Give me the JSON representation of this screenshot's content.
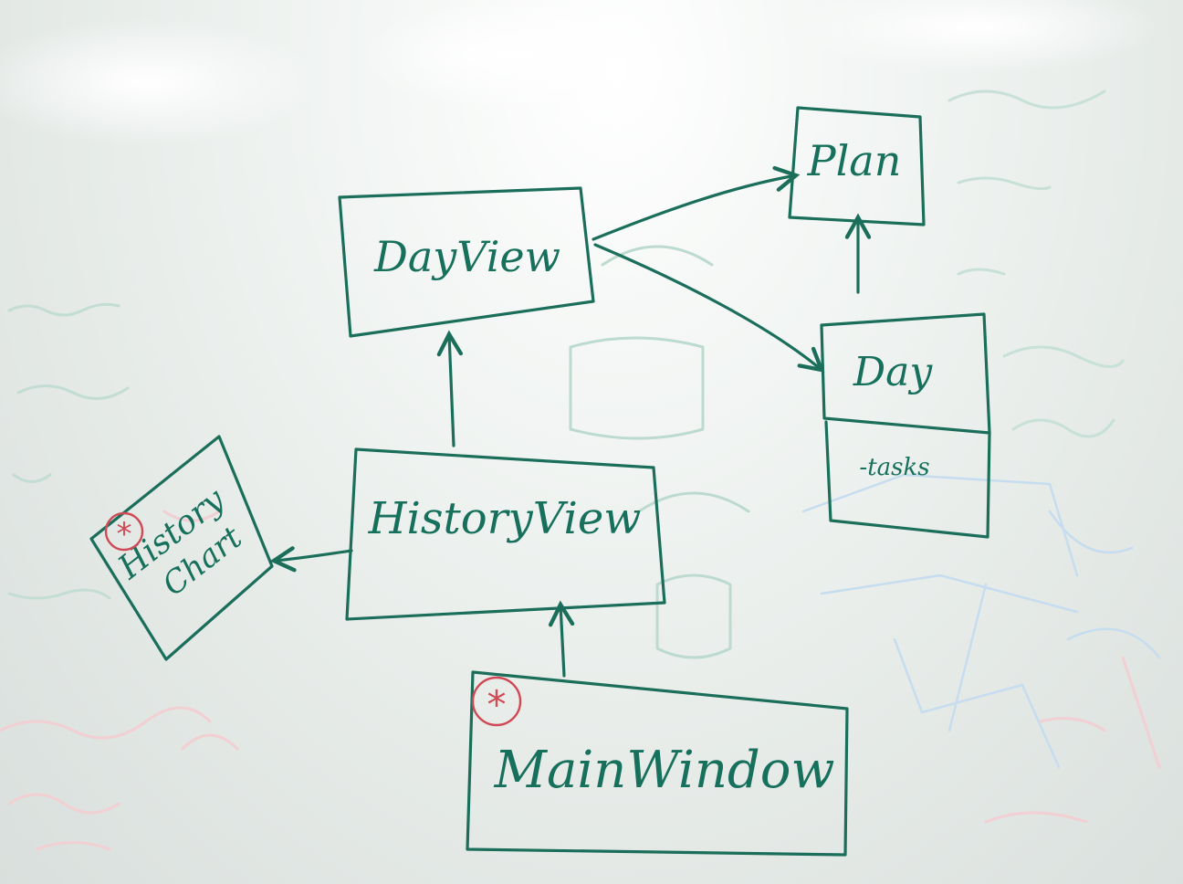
{
  "board": {
    "colors": {
      "ink": "#1a6e5a",
      "mark": "#d04a56",
      "ghost": "#b7d6cc",
      "ghost_red": "#f0c2c6"
    }
  },
  "boxes": {
    "plan": {
      "label": "Plan"
    },
    "day_view": {
      "label": "DayView"
    },
    "day": {
      "label": "Day",
      "field": "-tasks"
    },
    "history_view": {
      "label": "HistoryView"
    },
    "history_chart": {
      "label_line1": "History",
      "label_line2": "Chart",
      "mark": "*"
    },
    "main_window": {
      "label": "MainWindow",
      "mark": "*"
    }
  }
}
